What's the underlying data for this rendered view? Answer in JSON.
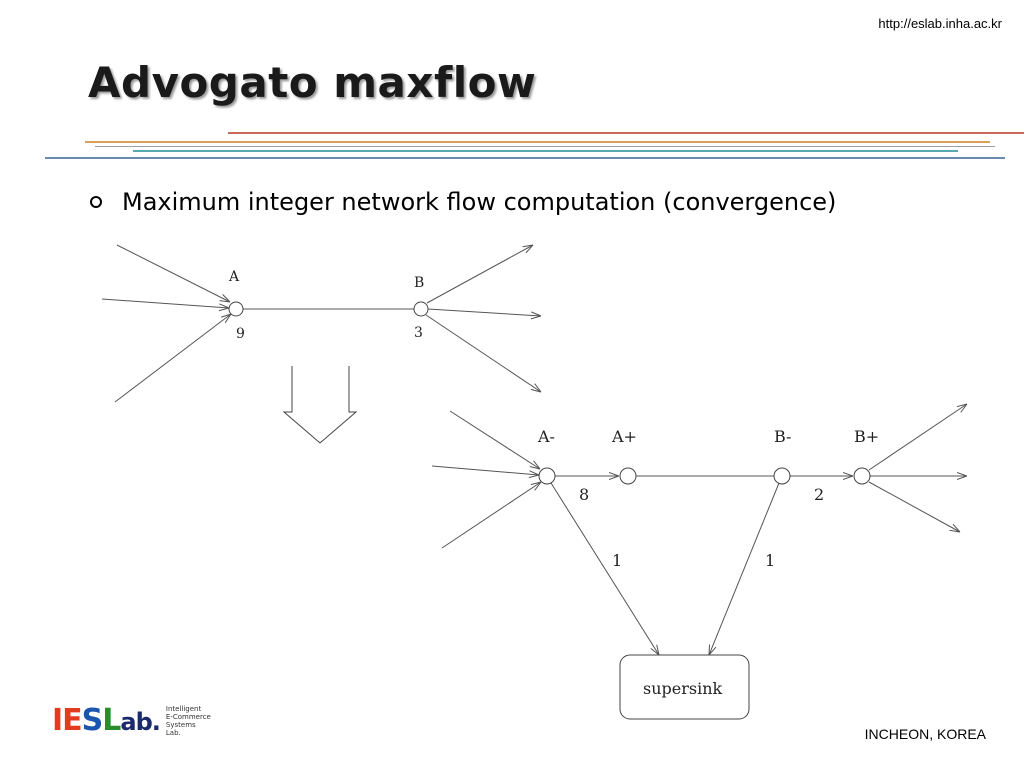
{
  "header": {
    "url": "http://eslab.inha.ac.kr"
  },
  "slide": {
    "title": "Advogato maxflow",
    "bullet": "Maximum integer network flow computation (convergence)"
  },
  "diagram": {
    "top": {
      "node_a_label": "A",
      "node_a_capacity": "9",
      "node_b_label": "B",
      "node_b_capacity": "3"
    },
    "bottom": {
      "node_a_minus_label": "A-",
      "node_a_plus_label": "A+",
      "node_b_minus_label": "B-",
      "node_b_plus_label": "B+",
      "edge_a_capacity": "8",
      "edge_b_capacity": "2",
      "sink_edge_a_capacity": "1",
      "sink_edge_b_capacity": "1",
      "supersink_label": "supersink"
    }
  },
  "footer": {
    "logo_main": {
      "i": "I",
      "e": "E",
      "s": "S",
      "l": "L",
      "ab": "ab."
    },
    "logo_side": [
      "Intelligent",
      "E-Commerce",
      "Systems",
      "Lab."
    ],
    "location": "INCHEON, KOREA"
  }
}
